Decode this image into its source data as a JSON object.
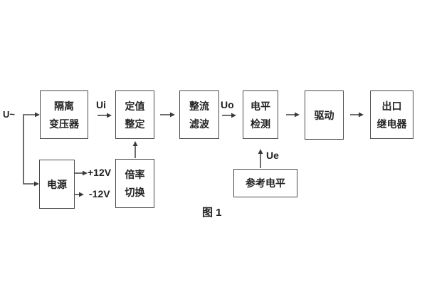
{
  "figure": {
    "caption": "图 1",
    "labels": {
      "input": "U~",
      "ui": "Ui",
      "uo": "Uo",
      "ue": "Ue",
      "plus12v": "+12V",
      "minus12v": "-12V"
    },
    "blocks": {
      "isolation_transformer": {
        "line1": "隔离",
        "line2": "变压器"
      },
      "setting": {
        "line1": "定值",
        "line2": "整定"
      },
      "rectifier_filter": {
        "line1": "整流",
        "line2": "滤波"
      },
      "level_detection": {
        "line1": "电平",
        "line2": "检测"
      },
      "drive": {
        "line1": "驱动"
      },
      "output_relay": {
        "line1": "出口",
        "line2": "继电器"
      },
      "power_supply": {
        "line1": "电源"
      },
      "ratio_switch": {
        "line1": "倍率",
        "line2": "切换"
      },
      "reference_level": {
        "line1": "参考电平"
      }
    },
    "colors": {
      "line": "#4a4a4a",
      "text": "#222222",
      "background": "#ffffff"
    }
  }
}
